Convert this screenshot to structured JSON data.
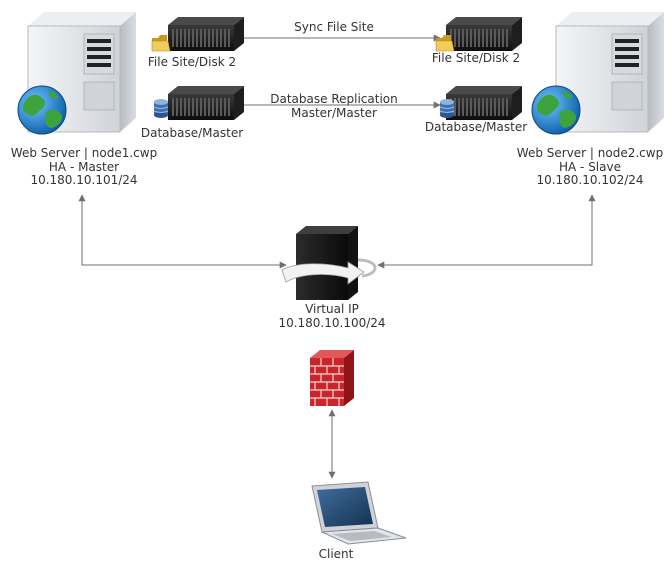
{
  "colors": {
    "connector": "#6f6f6f",
    "server_body": "#dfe2e6",
    "server_dark": "#1a1a1a",
    "globe_ocean": "#1f7fcf",
    "globe_land": "#3a9a3a",
    "firewall_brick": "#c8262a",
    "folder": "#e8c34a",
    "database": "#3f6fb0"
  },
  "icons": {
    "web_server": "server-tower-icon",
    "globe": "globe-icon",
    "rack_server": "rack-server-icon",
    "folder": "folder-icon",
    "database": "database-icon",
    "virtual_ip": "virtual-ip-switch-icon",
    "firewall": "firewall-icon",
    "client": "laptop-icon"
  },
  "nodes": {
    "web_server_1": {
      "line1": "Web Server | node1.cwp",
      "line2": "HA - Master",
      "line3": "10.180.10.101/24"
    },
    "web_server_2": {
      "line1": "Web Server | node2.cwp",
      "line2": "HA - Slave",
      "line3": "10.180.10.102/24"
    },
    "file_site_1": {
      "label": "File Site/Disk 2"
    },
    "file_site_2": {
      "label": "File Site/Disk 2"
    },
    "database_1": {
      "label": "Database/Master"
    },
    "database_2": {
      "label": "Database/Master"
    },
    "virtual_ip": {
      "line1": "Virtual IP",
      "line2": "10.180.10.100/24"
    },
    "client": {
      "label": "Client"
    }
  },
  "edges": {
    "sync": {
      "label": "Sync File Site"
    },
    "replication": {
      "line1": "Database Replication",
      "line2": "Master/Master"
    }
  }
}
